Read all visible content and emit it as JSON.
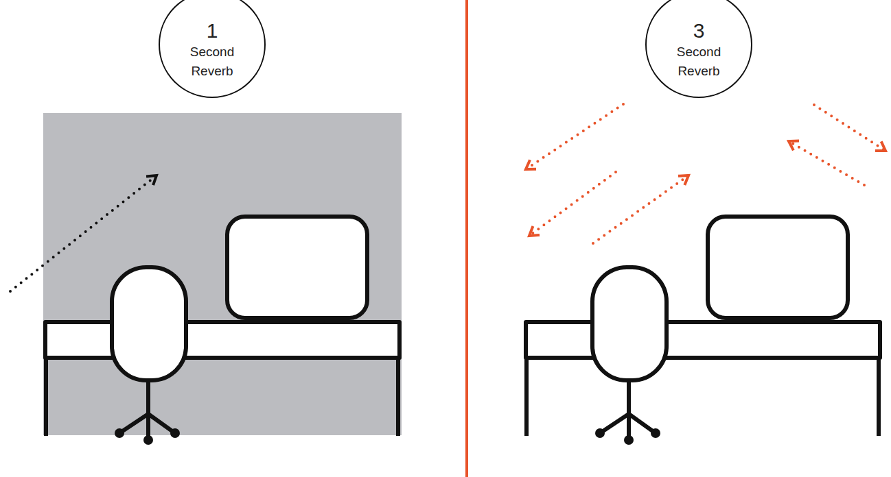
{
  "diagram": {
    "nodes": [
      {
        "text": [
          "1",
          "Second Reverb"
        ]
      },
      {
        "text": [
          "3",
          "Second Reverb"
        ]
      }
    ]
  }
}
